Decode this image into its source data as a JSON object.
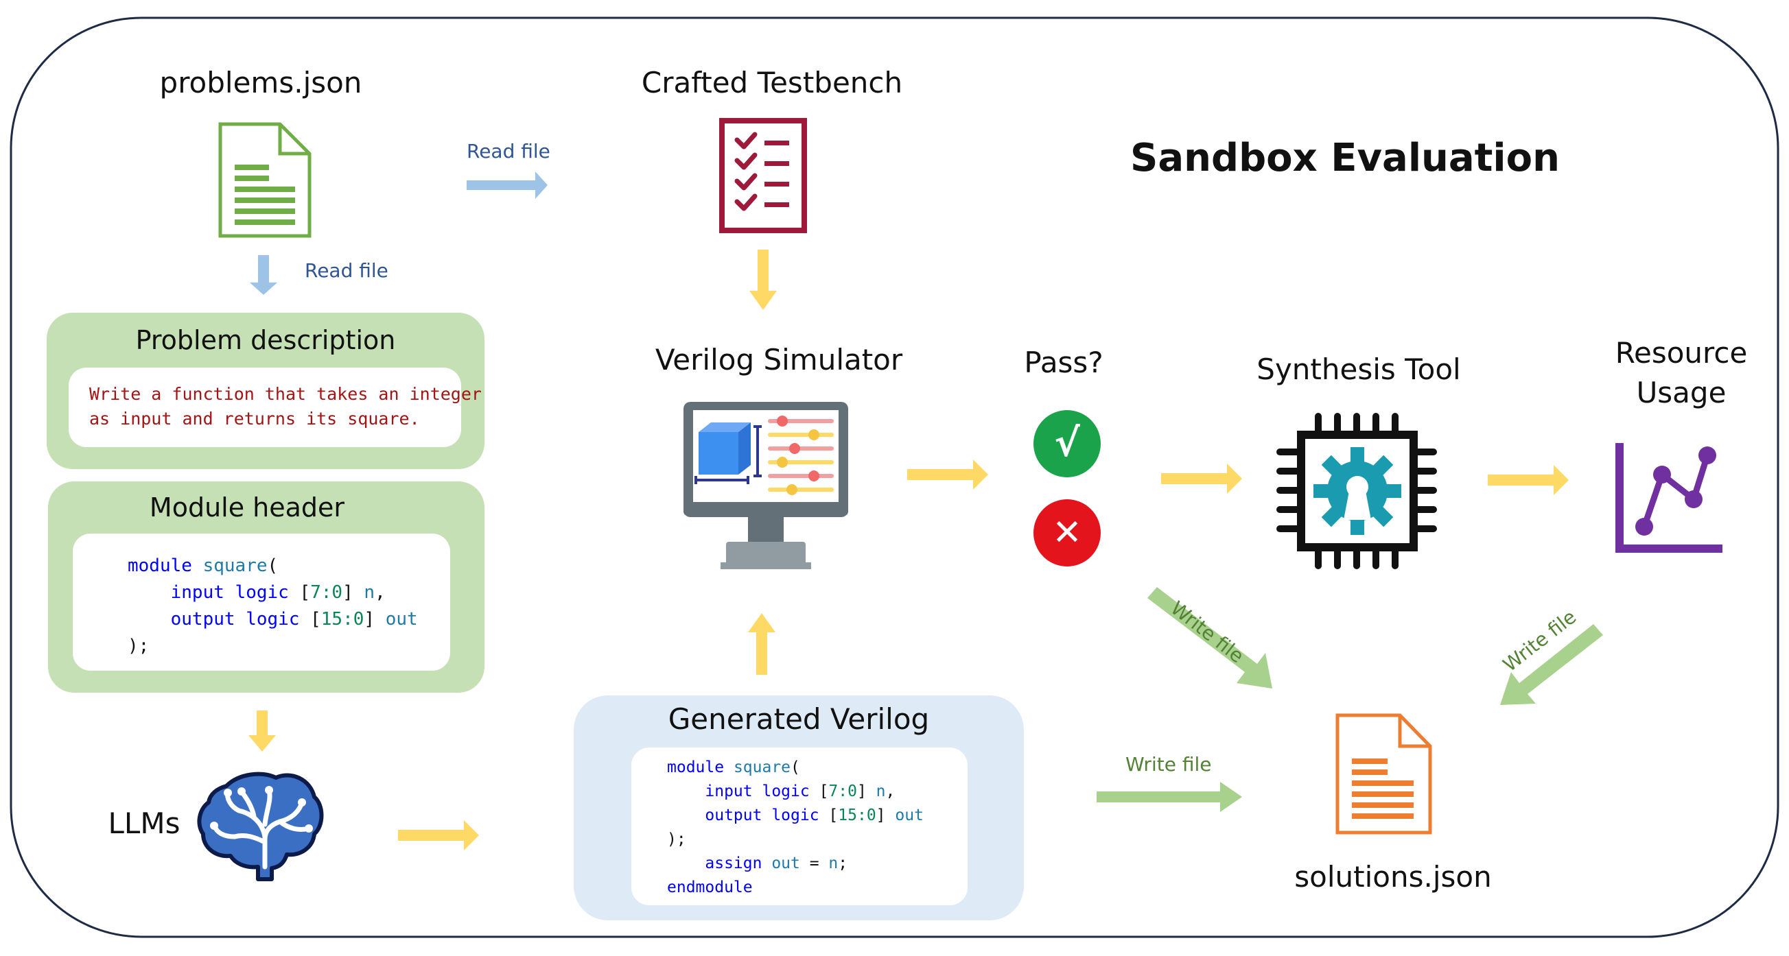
{
  "title": "Sandbox Evaluation",
  "problems": {
    "label": "problems.json",
    "read_file_right": "Read file",
    "read_file_down": "Read file"
  },
  "testbench": {
    "label": "Crafted Testbench"
  },
  "problem_description": {
    "title": "Problem description",
    "text_line1": "Write a function that takes an integer",
    "text_line2": "as input and returns its square."
  },
  "module_header": {
    "title": "Module header",
    "line1": [
      "module",
      " square",
      "("
    ],
    "line2": [
      "    input",
      " logic",
      " [",
      "7:0",
      "]",
      " n",
      ","
    ],
    "line3": [
      "    output",
      " logic",
      " [",
      "15:0",
      "]",
      " out"
    ],
    "line4": ");"
  },
  "llms": {
    "label": "LLMs"
  },
  "simulator": {
    "label": "Verilog Simulator"
  },
  "generated": {
    "title": "Generated Verilog",
    "line1": [
      "module",
      " square",
      "("
    ],
    "line2": [
      "    input",
      " logic",
      " [",
      "7:0",
      "]",
      " n",
      ","
    ],
    "line3": [
      "    output",
      " logic",
      " [",
      "15:0",
      "]",
      " out"
    ],
    "line4": ");",
    "line5": [
      "    assign",
      " out",
      " = ",
      "n",
      ";"
    ],
    "line6": "endmodule"
  },
  "pass": {
    "label": "Pass?",
    "yes_symbol": "√",
    "no_symbol": "✕"
  },
  "synthesis": {
    "label": "Synthesis Tool"
  },
  "resource": {
    "label_line1": "Resource",
    "label_line2": "Usage"
  },
  "solutions": {
    "label": "solutions.json",
    "write_file_left": "Write file",
    "write_file_center": "Write file",
    "write_file_right": "Write file"
  },
  "colors": {
    "frame": "#1f2a44",
    "green_doc": "#70ad47",
    "testbench": "#9e1a3b",
    "orange_doc": "#ed7d31",
    "arrow_blue": "#9dc3e6",
    "arrow_yellow": "#ffd966",
    "arrow_green": "#a9d18e",
    "pass_green": "#1aa34a",
    "fail_red": "#e3141b",
    "chart_purple": "#7030a0",
    "brain_blue": "#3a6fc4",
    "gear_teal": "#1a9bb0"
  }
}
